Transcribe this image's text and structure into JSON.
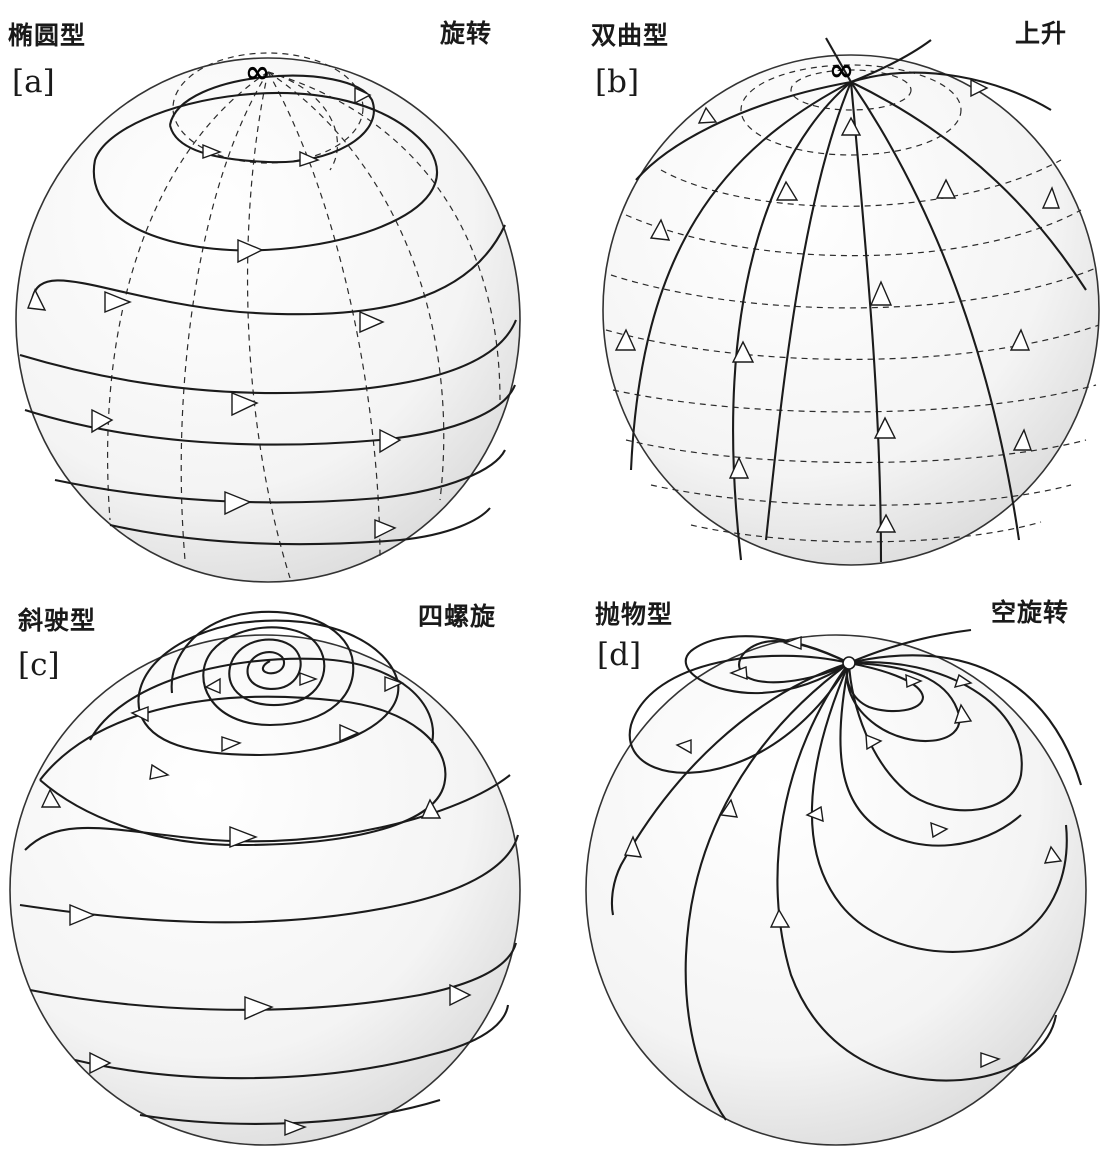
{
  "panels": [
    {
      "id": "a",
      "type_label": "椭圆型",
      "flow_label": "旋转",
      "letter": "[a]",
      "pole_symbol": "∞"
    },
    {
      "id": "b",
      "type_label": "双曲型",
      "flow_label": "上升",
      "letter": "[b]",
      "pole_symbol": "∞"
    },
    {
      "id": "c",
      "type_label": "斜驶型",
      "flow_label": "四螺旋",
      "letter": "[c]"
    },
    {
      "id": "d",
      "type_label": "抛物型",
      "flow_label": "空旋转",
      "letter": "[d]"
    }
  ]
}
